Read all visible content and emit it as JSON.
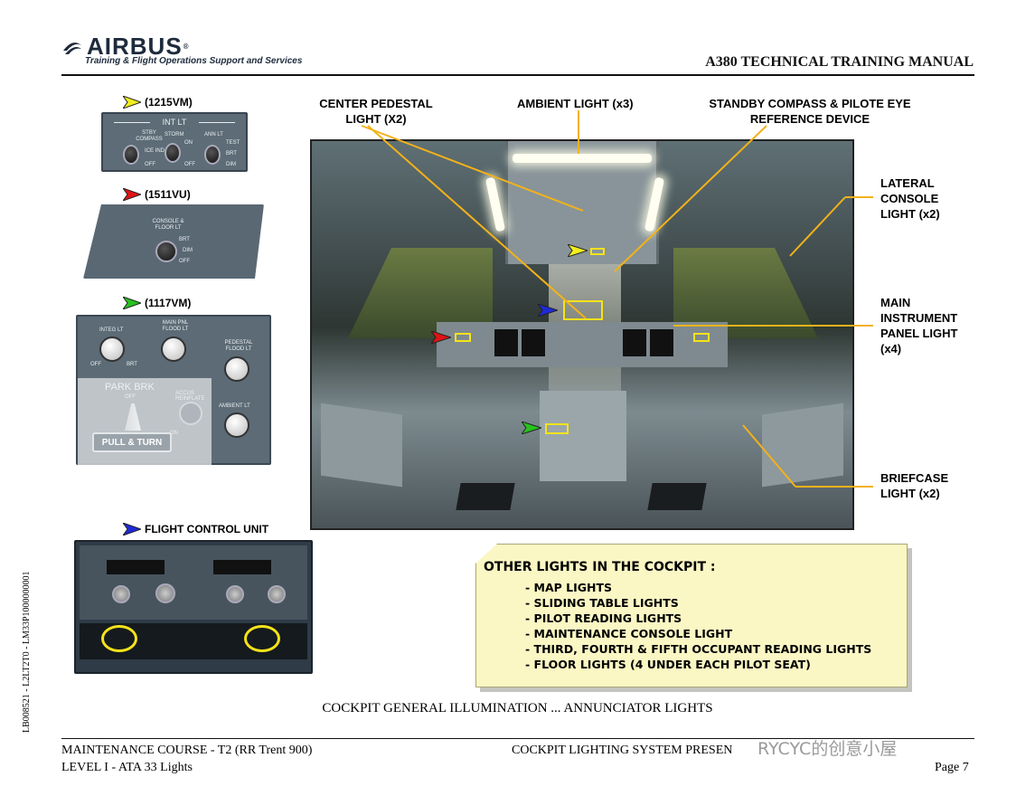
{
  "header": {
    "brand": "AIRBUS",
    "subtitle": "Training & Flight Operations Support and Services",
    "manual_title": "A380 TECHNICAL TRAINING MANUAL"
  },
  "panels": [
    {
      "label": "(1215VM)",
      "arrow_color": "#f2ee1e",
      "title": "INT LT",
      "texts": [
        "STBY COMPASS",
        "ICE IND",
        "OFF",
        "STORM",
        "ON",
        "OFF",
        "ANN LT",
        "TEST",
        "BRT",
        "DIM"
      ]
    },
    {
      "label": "(1511VU)",
      "arrow_color": "#e01313",
      "texts": [
        "CONSOLE & FLOOR LT",
        "BRT",
        "DIM",
        "OFF"
      ]
    },
    {
      "label": "(1117VM)",
      "arrow_color": "#27c21d",
      "texts": [
        "INTEG LT",
        "MAIN PNL FLOOD LT",
        "PEDESTAL FLOOD LT",
        "AMBIENT LT",
        "PARK BRK",
        "ACCUS REINFLATE",
        "PULL & TURN",
        "OFF",
        "BRT",
        "ON"
      ]
    },
    {
      "label": "FLIGHT CONTROL UNIT",
      "arrow_color": "#1d2ad6"
    }
  ],
  "callouts": {
    "center_pedestal": "CENTER PEDESTAL LIGHT (X2)",
    "ambient": "AMBIENT LIGHT (x3)",
    "compass": "STANDBY COMPASS & PILOTE EYE REFERENCE DEVICE",
    "lateral": "LATERAL CONSOLE LIGHT (x2)",
    "main_panel": "MAIN INSTRUMENT PANEL LIGHT (x4)",
    "briefcase": "BRIEFCASE LIGHT (x2)"
  },
  "note": {
    "title": "OTHER LIGHTS IN THE COCKPIT :",
    "items": [
      "- MAP LIGHTS",
      "- SLIDING TABLE LIGHTS",
      "- PILOT READING LIGHTS",
      "- MAINTENANCE CONSOLE LIGHT",
      "- THIRD, FOURTH & FIFTH OCCUPANT READING LIGHTS",
      "- FLOOR LIGHTS (4 UNDER EACH PILOT SEAT)"
    ]
  },
  "caption": "COCKPIT GENERAL ILLUMINATION ... ANNUNCIATOR LIGHTS",
  "side_code": "LB008521 - L2LT2T0 - LM33P1000000001",
  "footer": {
    "left_line1": "MAINTENANCE COURSE - T2 (RR Trent 900)",
    "left_line2": "LEVEL I - ATA 33 Lights",
    "center": "COCKPIT LIGHTING SYSTEM PRESEN",
    "page": "Page 7",
    "watermark": "RYCYC的创意小屋"
  },
  "colors": {
    "highlight": "#f5e31a",
    "note_bg": "#fbf7c4"
  }
}
